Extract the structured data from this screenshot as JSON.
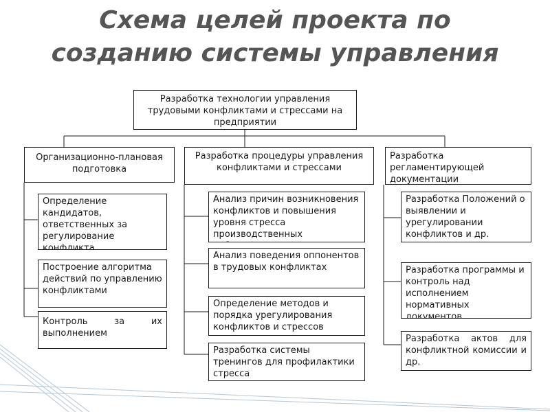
{
  "title": "Схема целей проекта по созданию системы управления",
  "root": "Разработка технологии управления трудовыми конфликтами и стрессами на предприятии",
  "branches": [
    {
      "label": "Организационно-плановая подготовка",
      "items": [
        "Определение кандидатов, ответственных за регулирование конфликта",
        "Построение алгоритма действий по управлению конфликтами",
        "Контроль за их выполнением"
      ]
    },
    {
      "label": "Разработка процедуры управления конфликтами и стрессами",
      "items": [
        "Анализ причин возникновения конфликтов и повышения уровня стресса производственных работников",
        "Анализ поведения оппонентов в трудовых конфликтах",
        "Определение методов и порядка урегулирования конфликтов и стрессов",
        "Разработка системы тренингов для профилактики стресса"
      ]
    },
    {
      "label": "Разработка регламентирующей документации",
      "items": [
        "Разработка Положений о выявлении и урегулировании конфликтов и др.",
        "Разработка программы и контроль над исполнением нормативных документов",
        "Разработка актов для конфликтной комиссии и др."
      ]
    }
  ],
  "colors": {
    "title": "#555555",
    "line": "#1a1a1a",
    "decoration": "#9fb8cc"
  }
}
